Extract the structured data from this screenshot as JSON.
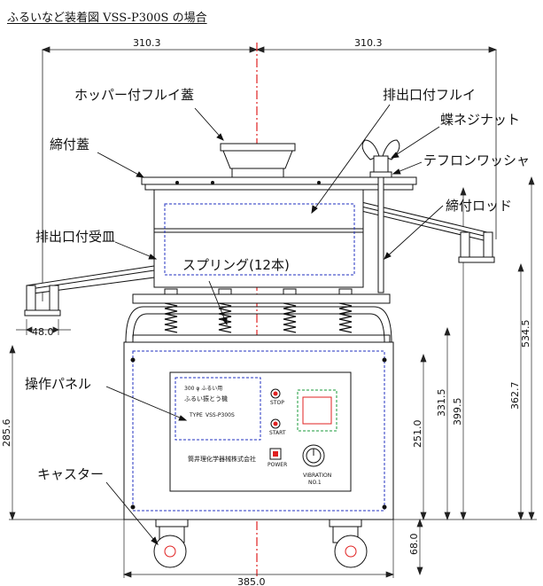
{
  "title": "ふるいなど装着図 VSS-P300S の場合",
  "labels": {
    "hopper_lid": "ホッパー付フルイ蓋",
    "outlet_sieve": "排出口付フルイ",
    "wing_nut": "蝶ネジナット",
    "teflon_washer": "テフロンワッシャ",
    "fastening_lid": "締付蓋",
    "fastening_rod": "締付ロッド",
    "outlet_tray": "排出口付受皿",
    "springs": "スプリング(12本)",
    "control_panel": "操作パネル",
    "caster": "キャスター"
  },
  "dimensions": {
    "half_width_left": "310.3",
    "half_width_right": "310.3",
    "outlet_width": "48.0",
    "total_height": "534.5",
    "rod_height": "362.7",
    "sieve_base_height": "399.5",
    "spring_height": "331.5",
    "panel_height": "251.0",
    "base_height": "285.6",
    "caster_height": "68.0",
    "base_width": "385.0"
  },
  "panel": {
    "line1": "300 φ ふるい用",
    "line2": "ふるい振とう機",
    "type_prefix": "TYPE",
    "model": "VSS-P300S",
    "stop": "STOP",
    "start": "START",
    "power": "POWER",
    "vibration": "VIBRATION",
    "vibration_no": "NO.1",
    "maker": "筒井理化学器械株式会社"
  }
}
